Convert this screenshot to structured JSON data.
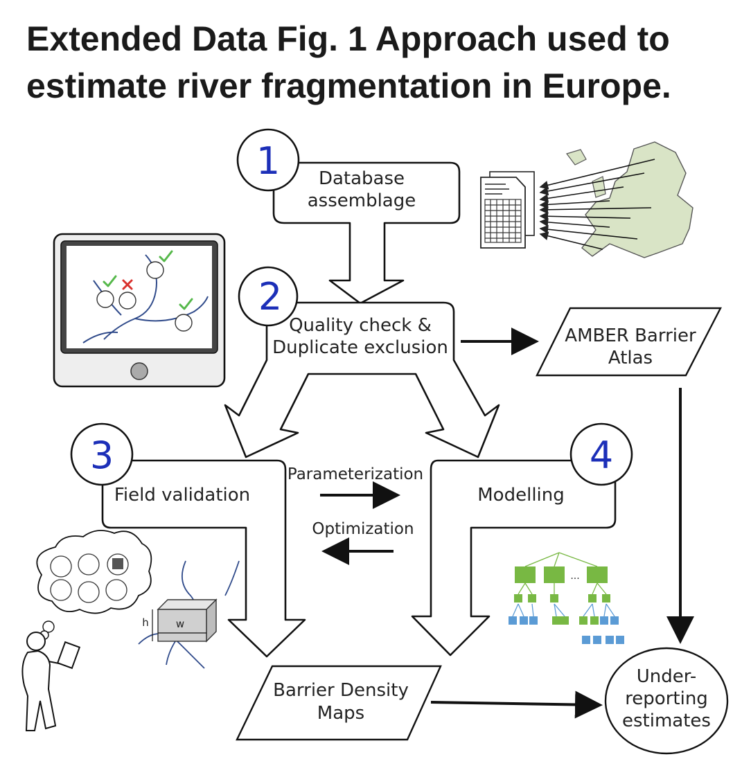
{
  "title": "Extended Data Fig. 1 Approach used to estimate river fragmentation in Europe.",
  "steps": [
    {
      "number": "1",
      "label_lines": [
        "Database",
        "assemblage"
      ]
    },
    {
      "number": "2",
      "label_lines": [
        "Quality check &",
        "Duplicate exclusion"
      ]
    },
    {
      "number": "3",
      "label_lines": [
        "Field validation"
      ]
    },
    {
      "number": "4",
      "label_lines": [
        "Modelling"
      ]
    }
  ],
  "outputs": {
    "atlas_lines": [
      "AMBER Barrier",
      "Atlas"
    ],
    "density_lines": [
      "Barrier Density",
      "Maps"
    ],
    "underreporting_lines": [
      "Under-",
      "reporting",
      "estimates"
    ]
  },
  "links": {
    "parameterization": "Parameterization",
    "optimization": "Optimization"
  },
  "illustration_labels": {
    "height": "h",
    "width": "w",
    "ellipsis": "..."
  },
  "colors": {
    "step_number": "#1c2fb8",
    "check": "#55b84a",
    "cross": "#d9302c",
    "tree_green": "#78b843",
    "tree_blue": "#5b9bd5",
    "river": "#2f4a8a"
  }
}
